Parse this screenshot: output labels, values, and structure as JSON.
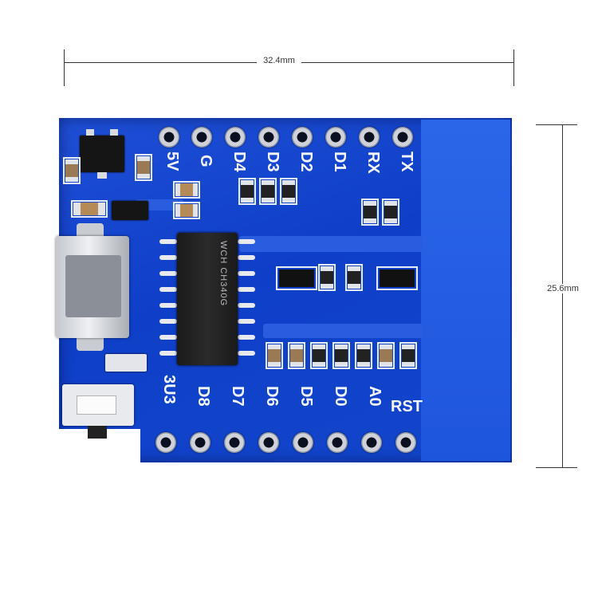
{
  "dimensions": {
    "width_label": "32.4mm",
    "height_label": "25.6mm"
  },
  "top_pins": [
    "G",
    "D4",
    "D3",
    "D2",
    "D1",
    "RX",
    "TX"
  ],
  "top_extra_label": "5V",
  "bottom_pins": [
    "3U3",
    "D8",
    "D7",
    "D6",
    "D5",
    "D0",
    "A0",
    "RST"
  ],
  "chip": {
    "brand": "WCH",
    "marking": "CH340G"
  },
  "colors": {
    "board": "#1246cc",
    "silk": "#f4f6ff",
    "pad": "#cfd2d8"
  }
}
